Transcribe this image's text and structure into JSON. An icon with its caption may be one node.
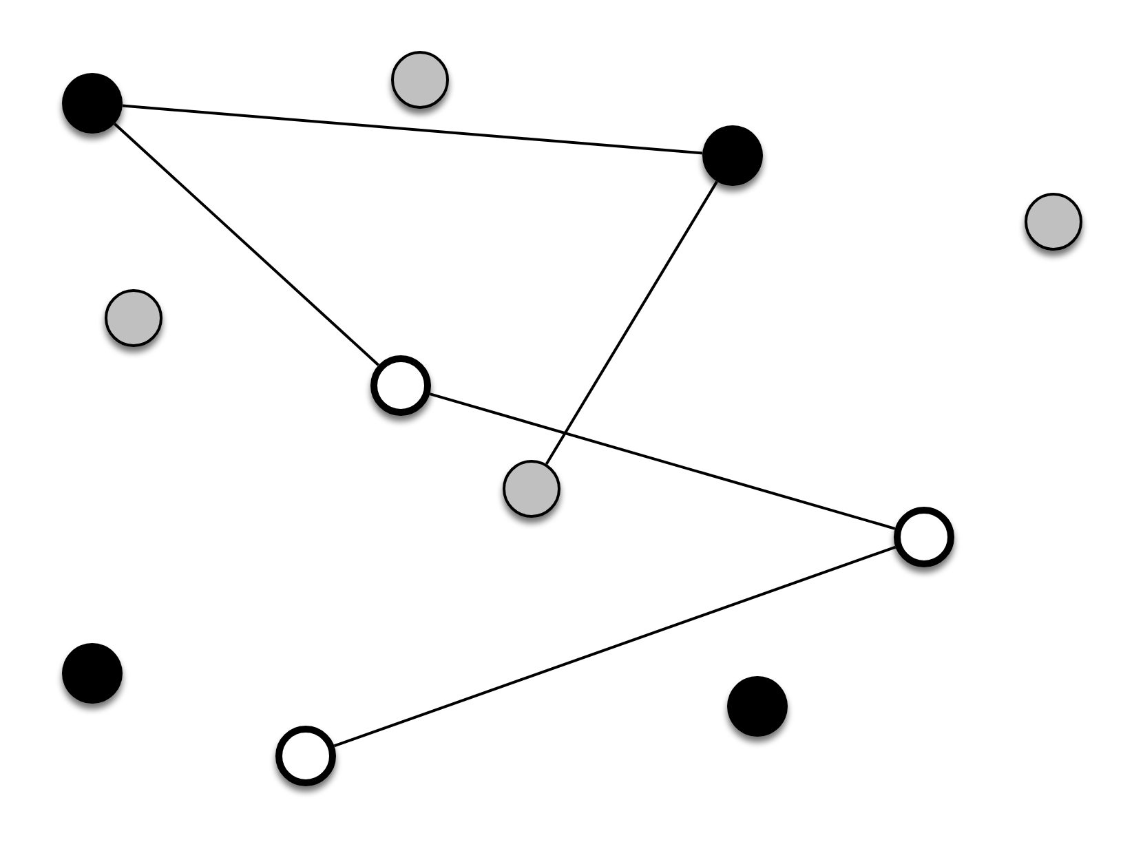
{
  "diagram": {
    "nodes": [
      {
        "text": [],
        "shape": "circle"
      },
      {
        "text": [],
        "shape": "circle"
      },
      {
        "text": [],
        "shape": "circle"
      },
      {
        "text": [],
        "shape": "circle"
      },
      {
        "text": [],
        "shape": "circle"
      },
      {
        "text": [],
        "shape": "circle"
      },
      {
        "text": [],
        "shape": "circle"
      },
      {
        "text": [],
        "shape": "circle"
      },
      {
        "text": [],
        "shape": "circle"
      },
      {
        "text": [],
        "shape": "circle"
      },
      {
        "text": [],
        "shape": "circle"
      }
    ],
    "edges": [
      {
        "from": 0,
        "to": 2,
        "arrow": "none"
      },
      {
        "from": 0,
        "to": 5,
        "arrow": "none"
      },
      {
        "from": 2,
        "to": 6,
        "arrow": "none"
      },
      {
        "from": 5,
        "to": 7,
        "arrow": "none"
      },
      {
        "from": 7,
        "to": 10,
        "arrow": "none"
      }
    ]
  }
}
